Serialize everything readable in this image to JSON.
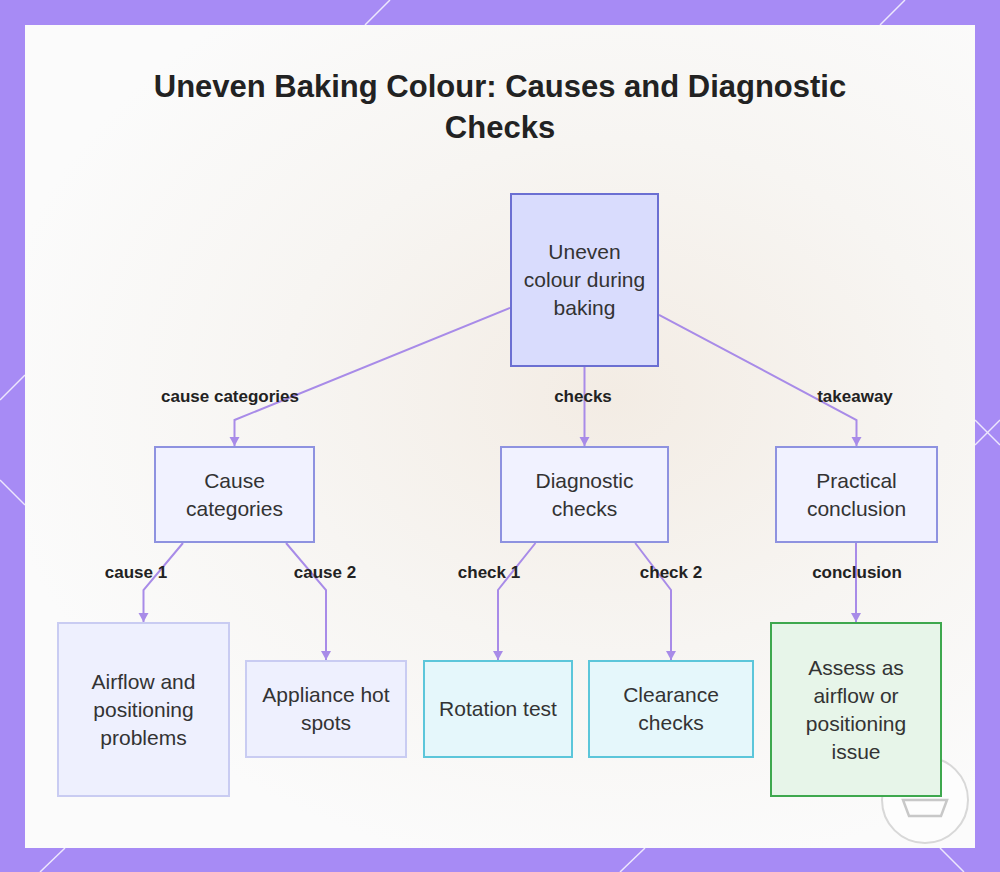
{
  "diagram": {
    "title": "Uneven Baking Colour: Causes and Diagnostic Checks",
    "nodes": [
      {
        "text": [
          "Uneven colour during baking"
        ]
      },
      {
        "text": [
          "Cause categories"
        ]
      },
      {
        "text": [
          "Diagnostic checks"
        ]
      },
      {
        "text": [
          "Practical conclusion"
        ]
      },
      {
        "text": [
          "Airflow and positioning problems"
        ]
      },
      {
        "text": [
          "Appliance hot spots"
        ]
      },
      {
        "text": [
          "Rotation test"
        ]
      },
      {
        "text": [
          "Clearance checks"
        ]
      },
      {
        "text": [
          "Assess as airflow or positioning issue"
        ]
      }
    ],
    "edges": [
      {
        "from": 0,
        "to": 1,
        "label": "cause categories",
        "arrow": "to"
      },
      {
        "from": 0,
        "to": 2,
        "label": "checks",
        "arrow": "to"
      },
      {
        "from": 0,
        "to": 3,
        "label": "takeaway",
        "arrow": "to"
      },
      {
        "from": 1,
        "to": 4,
        "label": "cause 1",
        "arrow": "to"
      },
      {
        "from": 1,
        "to": 5,
        "label": "cause 2",
        "arrow": "to"
      },
      {
        "from": 2,
        "to": 6,
        "label": "check 1",
        "arrow": "to"
      },
      {
        "from": 2,
        "to": 7,
        "label": "check 2",
        "arrow": "to"
      },
      {
        "from": 3,
        "to": 8,
        "label": "conclusion",
        "arrow": "to"
      }
    ]
  }
}
